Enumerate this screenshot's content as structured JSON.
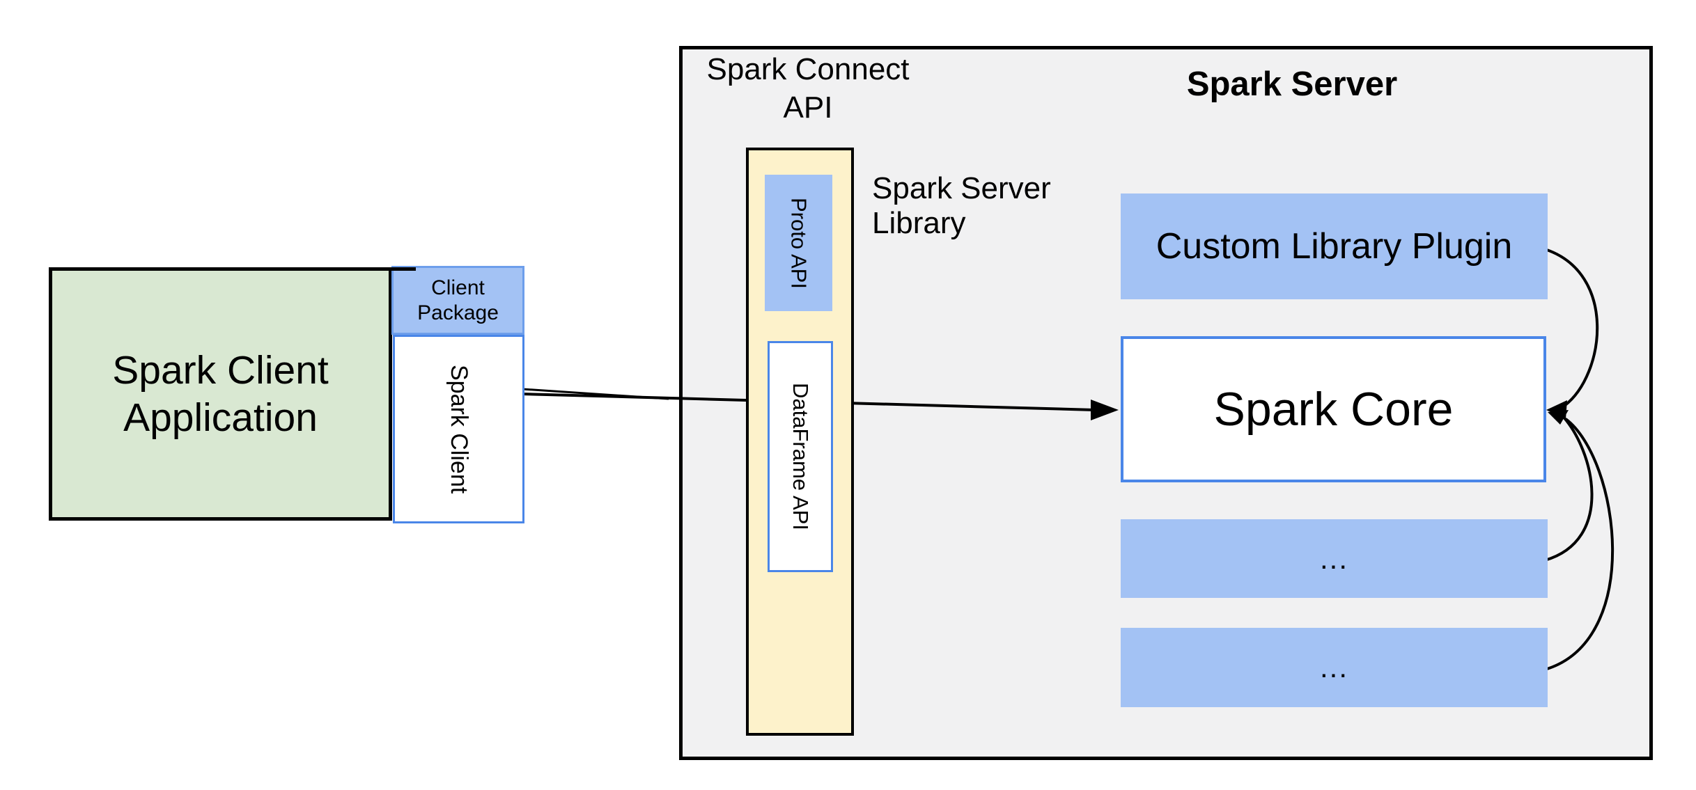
{
  "diagram": {
    "client_application": {
      "line1": "Spark Client",
      "line2": "Application"
    },
    "client_package": {
      "line1": "Client",
      "line2": "Package"
    },
    "spark_client_label": "Spark Client",
    "connect_api_header": {
      "line1": "Spark Connect",
      "line2": "API"
    },
    "server_header": "Spark Server",
    "proto_api_label": "Proto API",
    "dataframe_api_label": "DataFrame API",
    "server_library": {
      "line1": "Spark Server",
      "line2": "Library"
    },
    "custom_library_plugin_label": "Custom Library Plugin",
    "spark_core_label": "Spark Core",
    "placeholder_box_1": "...",
    "placeholder_box_2": "..."
  },
  "colors": {
    "client_app_fill": "#d9e8d2",
    "blue_fill": "#a3c2f4",
    "yellow_fill": "#fdf2cb",
    "server_fill": "#f1f1f2",
    "blue_border": "#4a86e8",
    "package_border": "#6d9eeb",
    "outline": "#000000"
  }
}
